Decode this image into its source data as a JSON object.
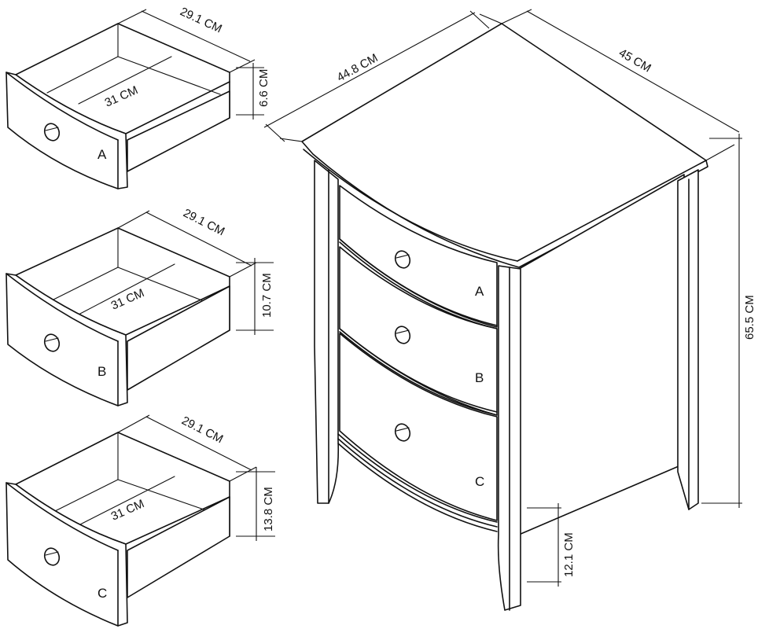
{
  "drawers": [
    {
      "letter": "A",
      "width_label": "29.1 CM",
      "depth_label": "31 CM",
      "height_label": "6.6 CM"
    },
    {
      "letter": "B",
      "width_label": "29.1 CM",
      "depth_label": "31 CM",
      "height_label": "10.7 CM"
    },
    {
      "letter": "C",
      "width_label": "29.1 CM",
      "depth_label": "31 CM",
      "height_label": "13.8 CM"
    }
  ],
  "cabinet": {
    "width_label": "44.8 CM",
    "depth_label": "45 CM",
    "height_label": "65.5 CM",
    "leg_height_label": "12.1 CM",
    "drawer_letters": [
      "A",
      "B",
      "C"
    ]
  }
}
